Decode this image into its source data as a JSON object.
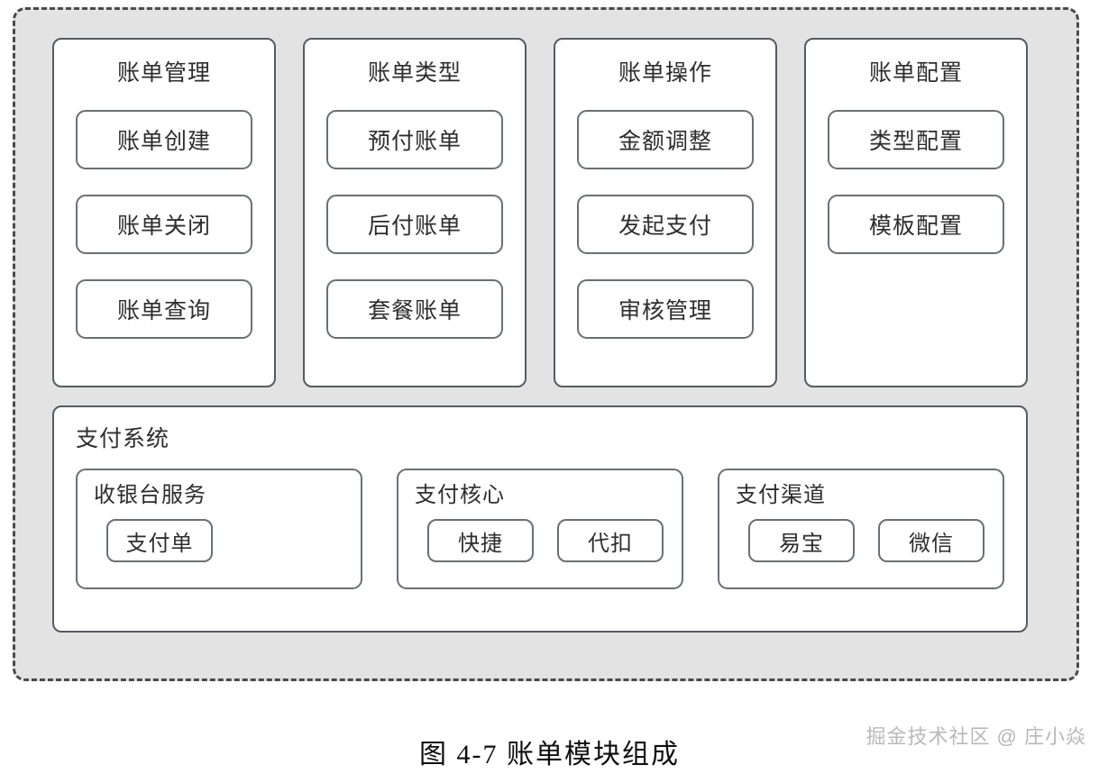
{
  "diagram": {
    "caption": "图 4-7 账单模块组成",
    "watermark": "掘金技术社区 @ 庄小焱",
    "colors": {
      "outer_background": "#e3e3e3",
      "panel_background": "#ffffff",
      "border": "#555b5f",
      "chip_border": "#6a6f73",
      "text": "#2d2d2d",
      "caption_text": "#0e0e0e",
      "watermark_text": "#b9b9b9"
    },
    "modules": [
      {
        "title": "账单管理",
        "items": [
          "账单创建",
          "账单关闭",
          "账单查询"
        ]
      },
      {
        "title": "账单类型",
        "items": [
          "预付账单",
          "后付账单",
          "套餐账单"
        ]
      },
      {
        "title": "账单操作",
        "items": [
          "金额调整",
          "发起支付",
          "审核管理"
        ]
      },
      {
        "title": "账单配置",
        "items": [
          "类型配置",
          "模板配置"
        ]
      }
    ],
    "payment_system": {
      "title": "支付系统",
      "groups": [
        {
          "title": "收银台服务",
          "items": [
            "支付单"
          ]
        },
        {
          "title": "支付核心",
          "items": [
            "快捷",
            "代扣"
          ]
        },
        {
          "title": "支付渠道",
          "items": [
            "易宝",
            "微信"
          ]
        }
      ]
    }
  }
}
